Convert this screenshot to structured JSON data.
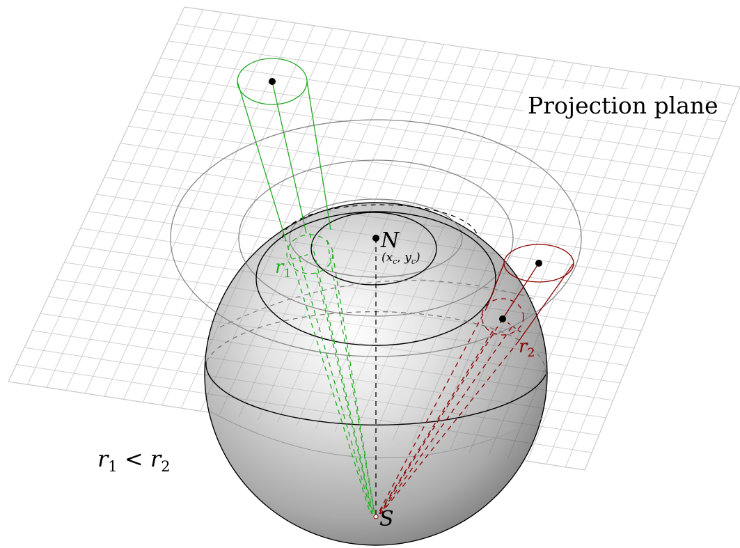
{
  "labels": {
    "projection_plane": "Projection plane",
    "north": "N",
    "center_x": "x",
    "center_x_sub": "c",
    "center_comma": ", ",
    "center_y": "y",
    "center_y_sub": "c",
    "south": "S",
    "r1_main": "r",
    "r1_sub": "1",
    "r2_main": "r",
    "r2_sub": "2",
    "inequality_r": "r",
    "inequality_sub1": "1",
    "inequality_lt": " < ",
    "inequality_r2": "r",
    "inequality_sub2": "2"
  },
  "colors": {
    "grid": "#c8c8c8",
    "green": "#22aa22",
    "red": "#8b0000",
    "black": "#000000",
    "gray_circle": "#888888"
  }
}
